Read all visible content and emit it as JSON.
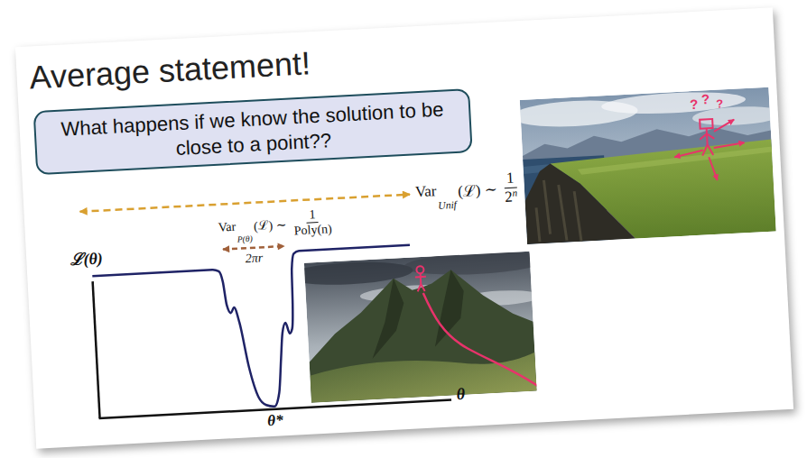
{
  "diagram": {
    "title": "Average statement!",
    "nodes": [
      {
        "text": [
          "What happens if we know the solution to be close to a point??"
        ]
      }
    ],
    "labels": [
      "Var",
      "Unif",
      "(ℒ) ∼",
      "1",
      "2",
      "n",
      "Var",
      "P(θ)",
      "(ℒ) ∼",
      "1",
      "Poly(n)",
      "2πr",
      "ℒ(θ)",
      "θ",
      "θ*",
      "?",
      "?",
      "?"
    ]
  }
}
